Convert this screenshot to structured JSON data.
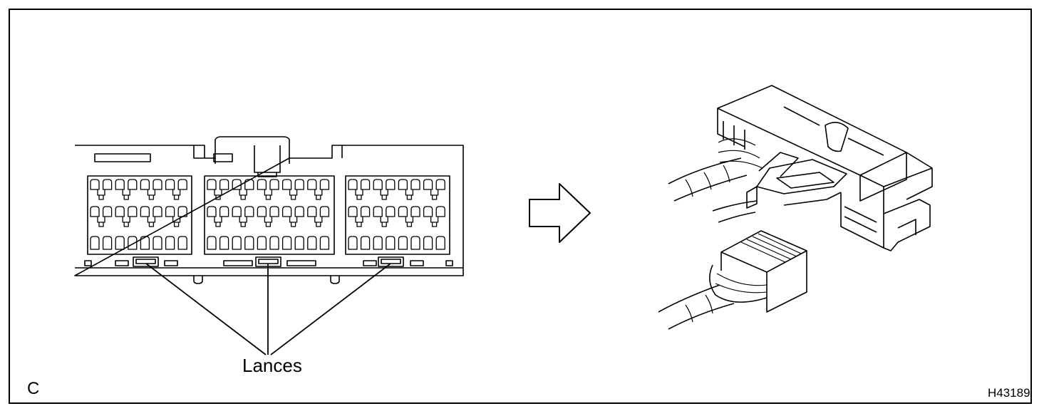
{
  "figure": {
    "callout_label": "Lances",
    "corner_letter": "C",
    "figure_code": "H43189"
  },
  "colors": {
    "line": "#000000",
    "background": "#ffffff"
  },
  "icons": [
    "connector-front-view",
    "direction-arrow-icon",
    "connector-disengaged-view"
  ]
}
